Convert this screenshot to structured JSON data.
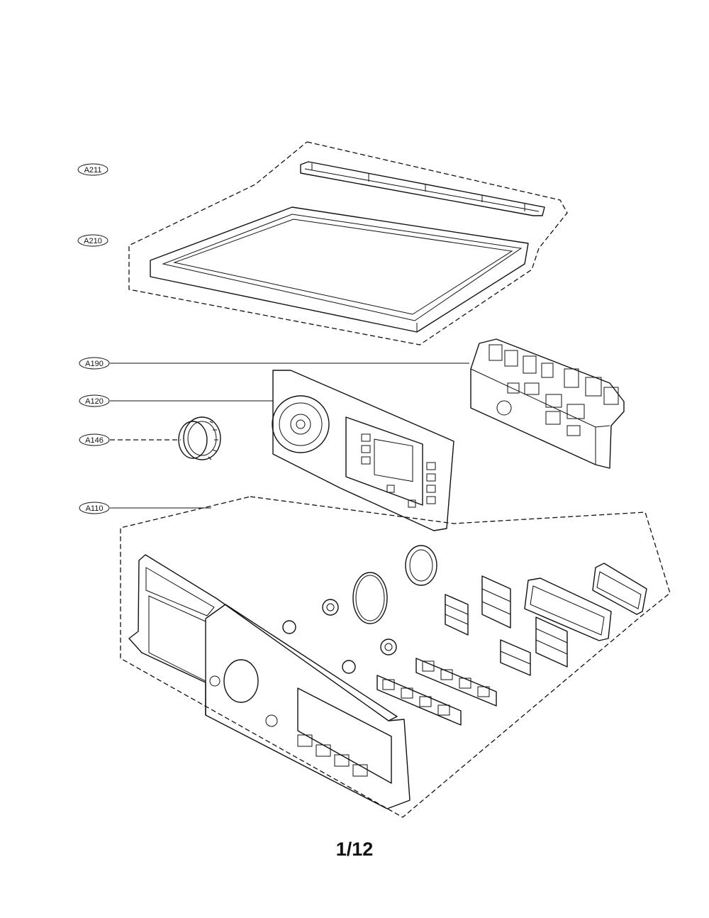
{
  "callouts": {
    "a211": "A211",
    "a210": "A210",
    "a190": "A190",
    "a120": "A120",
    "a146": "A146",
    "a110": "A110"
  },
  "page_number": "1/12"
}
